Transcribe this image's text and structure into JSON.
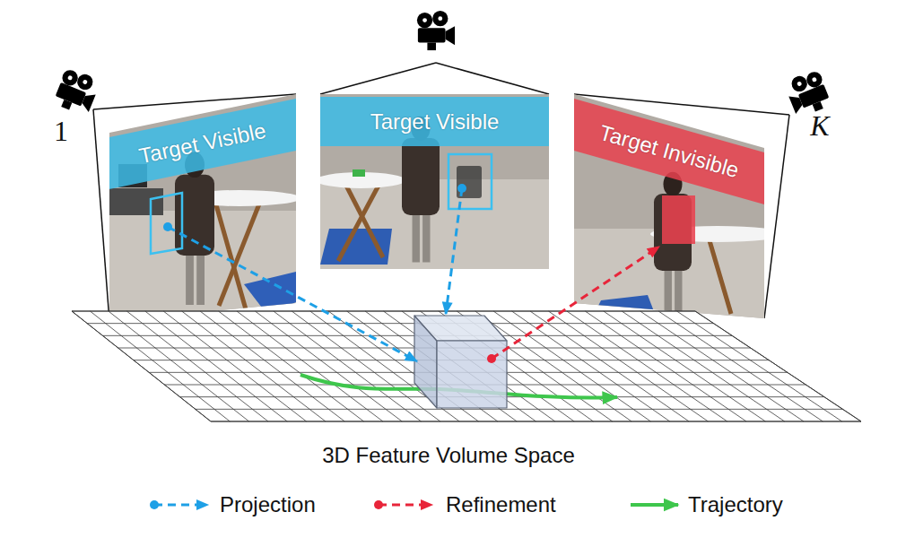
{
  "diagram": {
    "nodes": [
      {
        "text": [
          "Target Visible"
        ]
      },
      {
        "text": [
          "Target Visible"
        ]
      },
      {
        "text": [
          "Target Invisible"
        ]
      },
      {
        "text": [
          "3D Feature Volume Space"
        ]
      }
    ],
    "edges": [
      {
        "from": 0,
        "to": 3,
        "arrow": "to"
      },
      {
        "from": 1,
        "to": 3,
        "arrow": "to"
      },
      {
        "from": 3,
        "to": 2,
        "arrow": "to"
      }
    ],
    "labels": [
      "1",
      "K"
    ],
    "legend": [
      {
        "text": "Projection"
      },
      {
        "text": "Refinement"
      },
      {
        "text": "Trajectory"
      }
    ]
  }
}
